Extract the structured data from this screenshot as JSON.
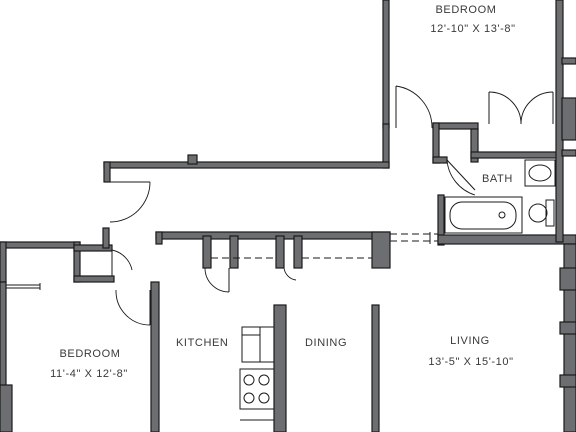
{
  "rooms": {
    "bedroom_top": {
      "name": "BEDROOM",
      "dims": "12'-10\" X 13'-8\""
    },
    "bath": {
      "name": "BATH"
    },
    "bedroom_left": {
      "name": "BEDROOM",
      "dims": "11'-4\" X 12'-8\""
    },
    "kitchen": {
      "name": "KITCHEN"
    },
    "dining": {
      "name": "DINING"
    },
    "living": {
      "name": "LIVING",
      "dims": "13'-5\" X 15'-10\""
    }
  },
  "colors": {
    "wall_fill": "#6d6e71",
    "line": "#1a1a1a",
    "text": "#3a3a3a"
  }
}
